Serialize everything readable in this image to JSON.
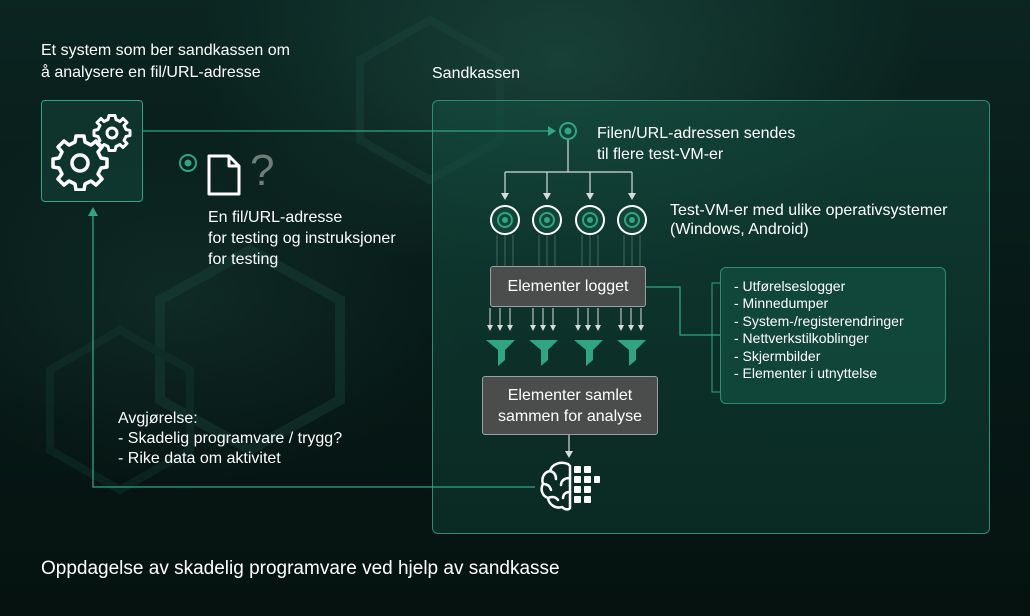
{
  "system": {
    "line1": "Et system som ber sandkassen om",
    "line2": "å analysere en fil/URL-adresse"
  },
  "sandbox": {
    "title": "Sandkassen"
  },
  "file_sent": {
    "line1": "Filen/URL-adressen sendes",
    "line2": "til flere test-VM-er"
  },
  "file_input": {
    "question_mark": "?",
    "line1": "En fil/URL-adresse",
    "line2": "for testing og instruksjoner",
    "line3": "for testing"
  },
  "test_vms": {
    "line1": "Test-VM-er med ulike operativsystemer",
    "line2": "(Windows, Android)"
  },
  "logged_box": {
    "label": "Elementer logget"
  },
  "logged_items": [
    "- Utførelseslogger",
    "- Minnedumper",
    "- System-/registerendringer",
    "- Nettverkstilkoblinger",
    "- Skjermbilder",
    "- Elementer i utnyttelse"
  ],
  "collected_box": {
    "line1": "Elementer samlet",
    "line2": "sammen for analyse"
  },
  "verdict": {
    "line1": "Avgjørelse:",
    "line2": "- Skadelig programvare / trygg?",
    "line3": "- Rike data om aktivitet"
  },
  "caption": "Oppdagelse av skadelig programvare ved hjelp av sandkasse",
  "colors": {
    "accent": "#2fa582",
    "box_gray": "#4b4d4d",
    "background": "#061612"
  },
  "icons": [
    "gears-icon",
    "document-icon",
    "brain-chip-icon",
    "target-node-icon",
    "funnel-icon"
  ]
}
